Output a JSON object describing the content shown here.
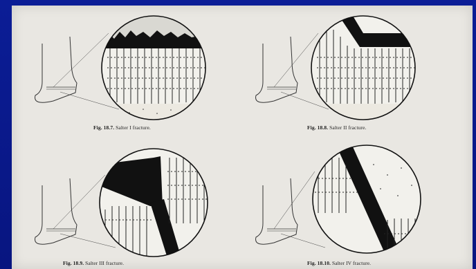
{
  "figures": [
    {
      "num": "Fig. 18.7.",
      "title": "Salter I fracture."
    },
    {
      "num": "Fig. 18.8.",
      "title": "Salter II fracture."
    },
    {
      "num": "Fig. 18.9.",
      "title": "Salter III fracture."
    },
    {
      "num": "Fig. 18.10.",
      "title": "Salter IV fracture."
    }
  ]
}
